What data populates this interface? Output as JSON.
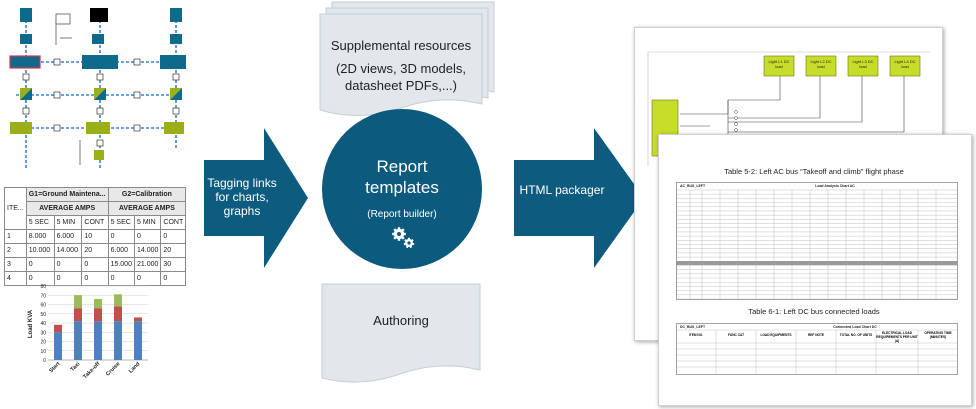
{
  "schematic": {
    "buses": [
      "",
      "",
      "",
      "",
      "",
      ""
    ]
  },
  "table": {
    "group1": "G1=Ground Maintena...",
    "group2": "G2=Calibration",
    "avg_amps_1": "AVERAGE AMPS",
    "avg_amps_2": "AVERAGE AMPS",
    "item_header": "ITE...",
    "sub_headers": [
      "5 SEC",
      "5 MIN",
      "CONT",
      "5 SEC",
      "5 MIN",
      "CONT"
    ],
    "rows": [
      [
        "1",
        "8.000",
        "6.000",
        "10",
        "0",
        "0",
        "0"
      ],
      [
        "2",
        "10.000",
        "14.000",
        "20",
        "6.000",
        "14.000",
        "20"
      ],
      [
        "3",
        "0",
        "0",
        "0",
        "15.000",
        "21.000",
        "30"
      ],
      [
        "4",
        "0",
        "0",
        "0",
        "0",
        "0",
        "0"
      ]
    ]
  },
  "chart_data": {
    "type": "bar",
    "stacked": true,
    "categories": [
      "Start",
      "Taxi",
      "Take-off",
      "Cruise",
      "Land"
    ],
    "series": [
      {
        "values": [
          30,
          42,
          42,
          42,
          42
        ],
        "color": "#4f81bd"
      },
      {
        "values": [
          8,
          14,
          14,
          16,
          4
        ],
        "color": "#c0504d"
      },
      {
        "values": [
          0,
          14,
          10,
          13,
          0
        ],
        "color": "#9bbb59"
      }
    ],
    "ylabel": "Load KVA",
    "ylim": [
      0,
      80
    ],
    "yticks": [
      "0",
      "10",
      "20",
      "30",
      "40",
      "50",
      "60",
      "70",
      "80"
    ]
  },
  "arrow_left": {
    "label": "Tagging links for charts, graphs"
  },
  "arrow_right": {
    "label": "HTML packager"
  },
  "supplemental": {
    "title": "Supplemental resources",
    "detail": "(2D views, 3D models, datasheet PDFs,...)"
  },
  "report": {
    "title": "Report templates",
    "subtitle": "(Report builder)",
    "icon": "gears-icon"
  },
  "authoring": {
    "label": "Authoring"
  },
  "output": {
    "diagram_labels": [
      "Light L1 DC load",
      "Light L2 DC load",
      "Light L3 DC load",
      "Light L4 DC load"
    ],
    "table1_caption": "Table 5-2: Left AC bus “Takeoff and climb” flight phase",
    "table1_name": "AC_BUS_LEFT",
    "table1_chart": "Load Analysis Chart AC",
    "table2_caption": "Table 6-1: Left DC bus connected loads",
    "table2_name": "DC_BUS_LEFT",
    "table2_chart": "Connected Load Chart DC",
    "table2_headers": [
      "ITEM NO.",
      "FUNC CAT",
      "LOAD EQUIPMENTS",
      "REF NOTE",
      "TOTAL NO. OF UNITS",
      "ELECTRICAL LOAD REQUIREMENTS PER UNIT (A)",
      "OPERATING TIME (MINUTES)"
    ]
  },
  "colors": {
    "primary": "#0c5a7d",
    "arrow": "#0d5c80",
    "olive": "#9aaf1a",
    "teal": "#0e6a8a",
    "doc_bg": "#e2e7ec"
  }
}
